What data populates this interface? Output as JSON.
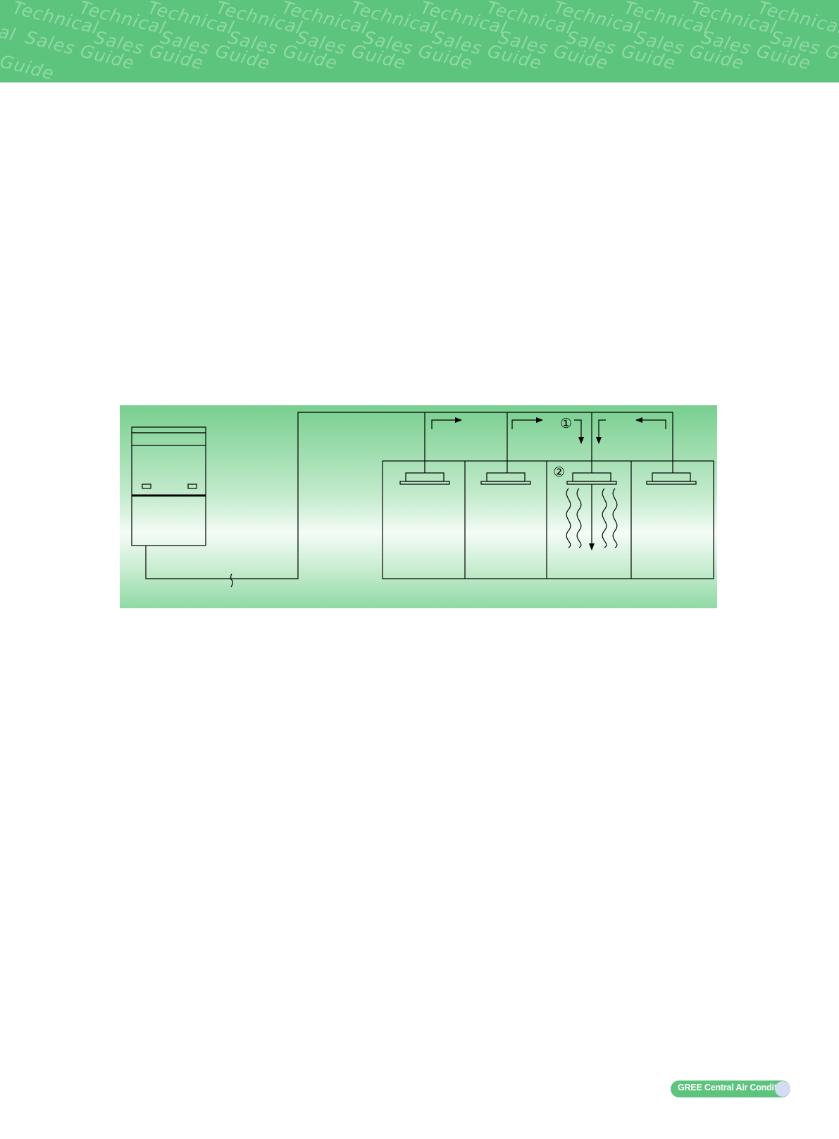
{
  "header": {
    "watermark_word_1": "Technical",
    "watermark_phrase": "Sales Guide",
    "fragment_left_1": "al",
    "fragment_left_2": "Guide",
    "fragment_right": "Sales G"
  },
  "figure": {
    "marker_1": "①",
    "marker_2": "②"
  },
  "footer": {
    "brand": "GREE Central Air Conditioners"
  },
  "colors": {
    "header_green": "#5cc47c",
    "watermark": "#8fd9a5",
    "pill_dot": "#d4dcf2"
  }
}
